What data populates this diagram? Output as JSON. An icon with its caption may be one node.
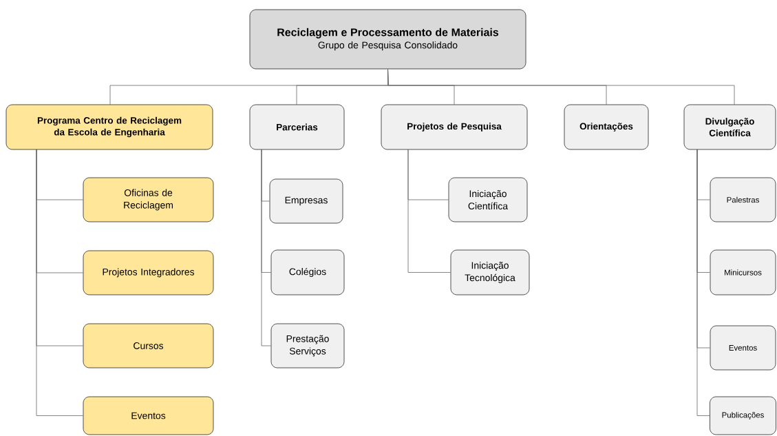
{
  "diagram": {
    "nodes": [
      {
        "text": [
          "Reciclagem e Processamento de Materiais",
          "Grupo de Pesquisa Consolidado"
        ]
      },
      {
        "text": [
          "Programa Centro de Reciclagem da Escola de Engenharia"
        ]
      },
      {
        "text": [
          "Parcerias"
        ]
      },
      {
        "text": [
          "Projetos de Pesquisa"
        ]
      },
      {
        "text": [
          "Orientações"
        ]
      },
      {
        "text": [
          "Divulgação Científica"
        ]
      },
      {
        "text": [
          "Oficinas de Reciclagem"
        ]
      },
      {
        "text": [
          "Projetos Integradores"
        ]
      },
      {
        "text": [
          "Cursos"
        ]
      },
      {
        "text": [
          "Eventos"
        ]
      },
      {
        "text": [
          "Empresas"
        ]
      },
      {
        "text": [
          "Colégios"
        ]
      },
      {
        "text": [
          "Prestação Serviços"
        ]
      },
      {
        "text": [
          "Iniciação Científica"
        ]
      },
      {
        "text": [
          "Iniciação Tecnológica"
        ]
      },
      {
        "text": [
          "Palestras"
        ]
      },
      {
        "text": [
          "Minicursos"
        ]
      },
      {
        "text": [
          "Eventos"
        ]
      },
      {
        "text": [
          "Publicações"
        ]
      }
    ],
    "edges": [
      {
        "from": 0,
        "to": 1,
        "arrow": "none"
      },
      {
        "from": 0,
        "to": 2,
        "arrow": "none"
      },
      {
        "from": 0,
        "to": 3,
        "arrow": "none"
      },
      {
        "from": 0,
        "to": 4,
        "arrow": "none"
      },
      {
        "from": 0,
        "to": 5,
        "arrow": "none"
      },
      {
        "from": 1,
        "to": 6,
        "arrow": "none"
      },
      {
        "from": 1,
        "to": 7,
        "arrow": "none"
      },
      {
        "from": 1,
        "to": 8,
        "arrow": "none"
      },
      {
        "from": 1,
        "to": 9,
        "arrow": "none"
      },
      {
        "from": 2,
        "to": 10,
        "arrow": "none"
      },
      {
        "from": 2,
        "to": 11,
        "arrow": "none"
      },
      {
        "from": 2,
        "to": 12,
        "arrow": "none"
      },
      {
        "from": 3,
        "to": 13,
        "arrow": "none"
      },
      {
        "from": 3,
        "to": 14,
        "arrow": "none"
      },
      {
        "from": 5,
        "to": 15,
        "arrow": "none"
      },
      {
        "from": 5,
        "to": 16,
        "arrow": "none"
      },
      {
        "from": 5,
        "to": 17,
        "arrow": "none"
      },
      {
        "from": 5,
        "to": 18,
        "arrow": "none"
      }
    ]
  }
}
